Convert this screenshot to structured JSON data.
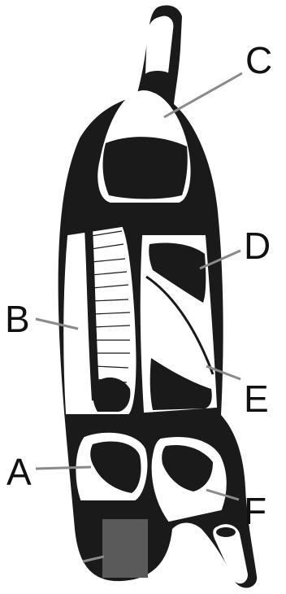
{
  "labels": {
    "a": "A",
    "b": "B",
    "c": "C",
    "d": "D",
    "e": "E",
    "f": "F"
  },
  "colors": {
    "silhouette": "#1a1a1a",
    "panel": "#ffffff",
    "leader": "#8a8a8a",
    "redaction_box": "#5a5a5a"
  }
}
